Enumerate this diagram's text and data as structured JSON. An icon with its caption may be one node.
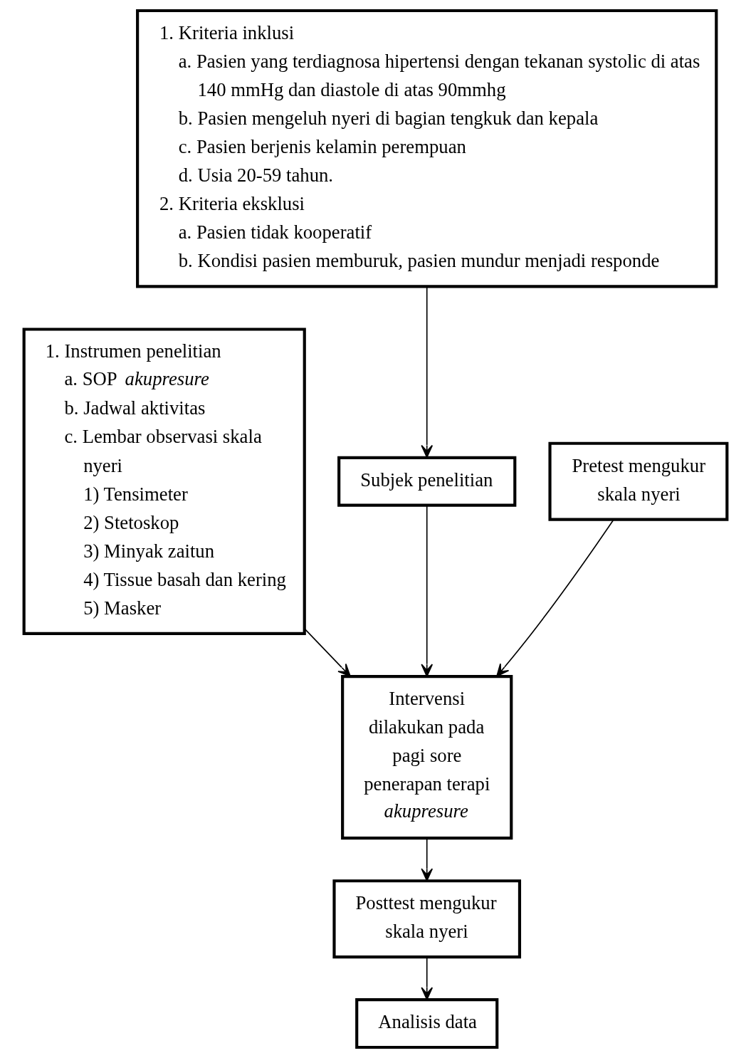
{
  "diagram": {
    "nodes": [
      {
        "text": [
          "1. Kriteria inklusi",
          "a. Pasien yang terdiagnosa hipertensi dengan tekanan systolic di atas 140 mmHg dan diastole di atas 90mmhg",
          "b. Pasien mengeluh nyeri di bagian tengkuk dan kepala",
          "c. Pasien berjenis kelamin perempuan",
          "d. Usia 20-59 tahun.",
          "2. Kriteria eksklusi",
          "a. Pasien tidak kooperatif",
          "b. Kondisi pasien memburuk, pasien mundur menjadi responde"
        ]
      },
      {
        "text": [
          "1. Instrumen penelitian",
          "a. SOP *akupresure*",
          "b. Jadwal aktivitas",
          "c. Lembar observasi skala nyeri",
          "1) Tensimeter",
          "2) Stetoskop",
          "3) Minyak zaitun",
          "4) Tissue basah dan kering",
          "5) Masker"
        ]
      },
      {
        "text": [
          "Subjek penelitian"
        ]
      },
      {
        "text": [
          "Pretest mengukur skala nyeri"
        ]
      },
      {
        "text": [
          "Intervensi dilakukan pada pagi sore penerapan terapi *akupresure*"
        ]
      },
      {
        "text": [
          "Posttest mengukur skala nyeri"
        ]
      },
      {
        "text": [
          "Analisis data"
        ]
      }
    ],
    "edges": [
      {
        "from": 0,
        "to": 2,
        "arrow": "to"
      },
      {
        "from": 2,
        "to": 4,
        "arrow": "to"
      },
      {
        "from": 1,
        "to": 4,
        "arrow": "to"
      },
      {
        "from": 3,
        "to": 4,
        "arrow": "to"
      },
      {
        "from": 4,
        "to": 5,
        "arrow": "to"
      },
      {
        "from": 5,
        "to": 6,
        "arrow": "to"
      }
    ]
  }
}
